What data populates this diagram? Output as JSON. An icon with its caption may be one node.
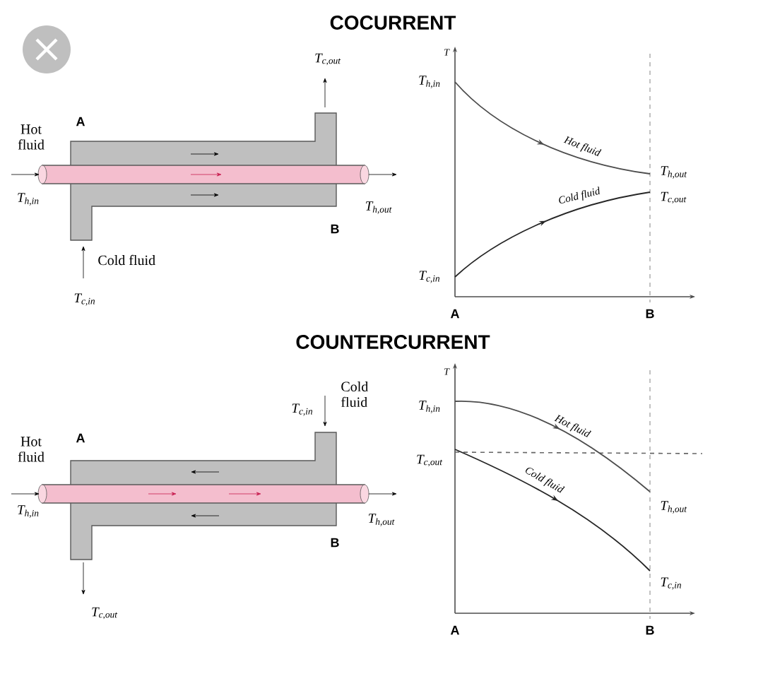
{
  "diagram": {
    "labels": [
      "COCURRENT",
      "T$_{c,out}$",
      "Hot fluid",
      "A",
      "T$_{h,in}$",
      "T$_{h,out}$",
      "B",
      "Cold fluid",
      "T$_{c,in}$",
      "T",
      "T$_{h,in}$",
      "Hot fluid",
      "T$_{h,out}$",
      "Cold fluid",
      "T$_{c,out}$",
      "T$_{c,in}$",
      "A",
      "B",
      "COUNTERCURRENT",
      "Cold fluid",
      "T$_{c,in}$",
      "Hot fluid",
      "A",
      "T$_{h,in}$",
      "T$_{h,out}$",
      "B",
      "T$_{c,out}$",
      "T",
      "T$_{h,in}$",
      "T$_{c,out}$",
      "Hot fluid",
      "Cold fluid",
      "T$_{h,out}$",
      "T$_{c,in}$",
      "A",
      "B"
    ]
  }
}
